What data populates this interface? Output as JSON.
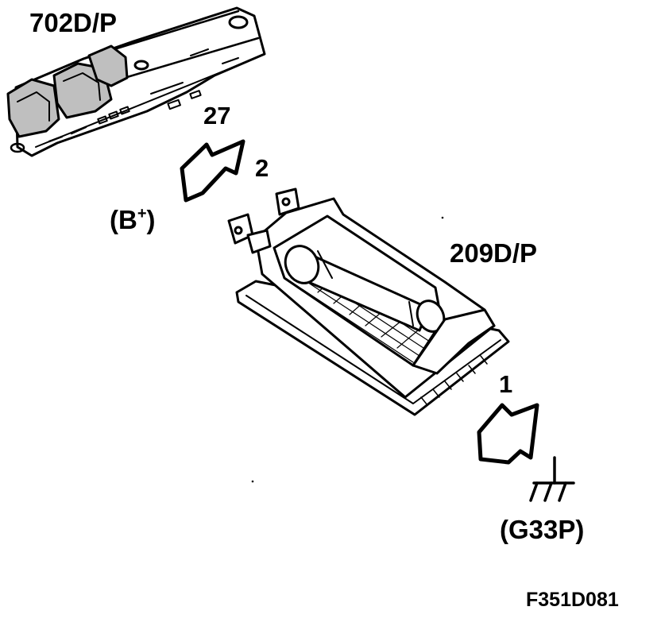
{
  "labels": {
    "switch_part": "702D/P",
    "lamp_part": "209D/P",
    "pin_switch": "27",
    "pin_lamp_supply": "2",
    "pin_lamp_ground": "1",
    "supply_base": "(B",
    "supply_sup": "+",
    "supply_close": ")",
    "ground_ref": "(G33P)",
    "figure_code": "F351D081"
  },
  "colors": {
    "ink": "#000000",
    "paper": "#ffffff",
    "shade": "#bfbfbf"
  },
  "icons": [
    "connection-arrow-icon",
    "ground-symbol-icon"
  ]
}
